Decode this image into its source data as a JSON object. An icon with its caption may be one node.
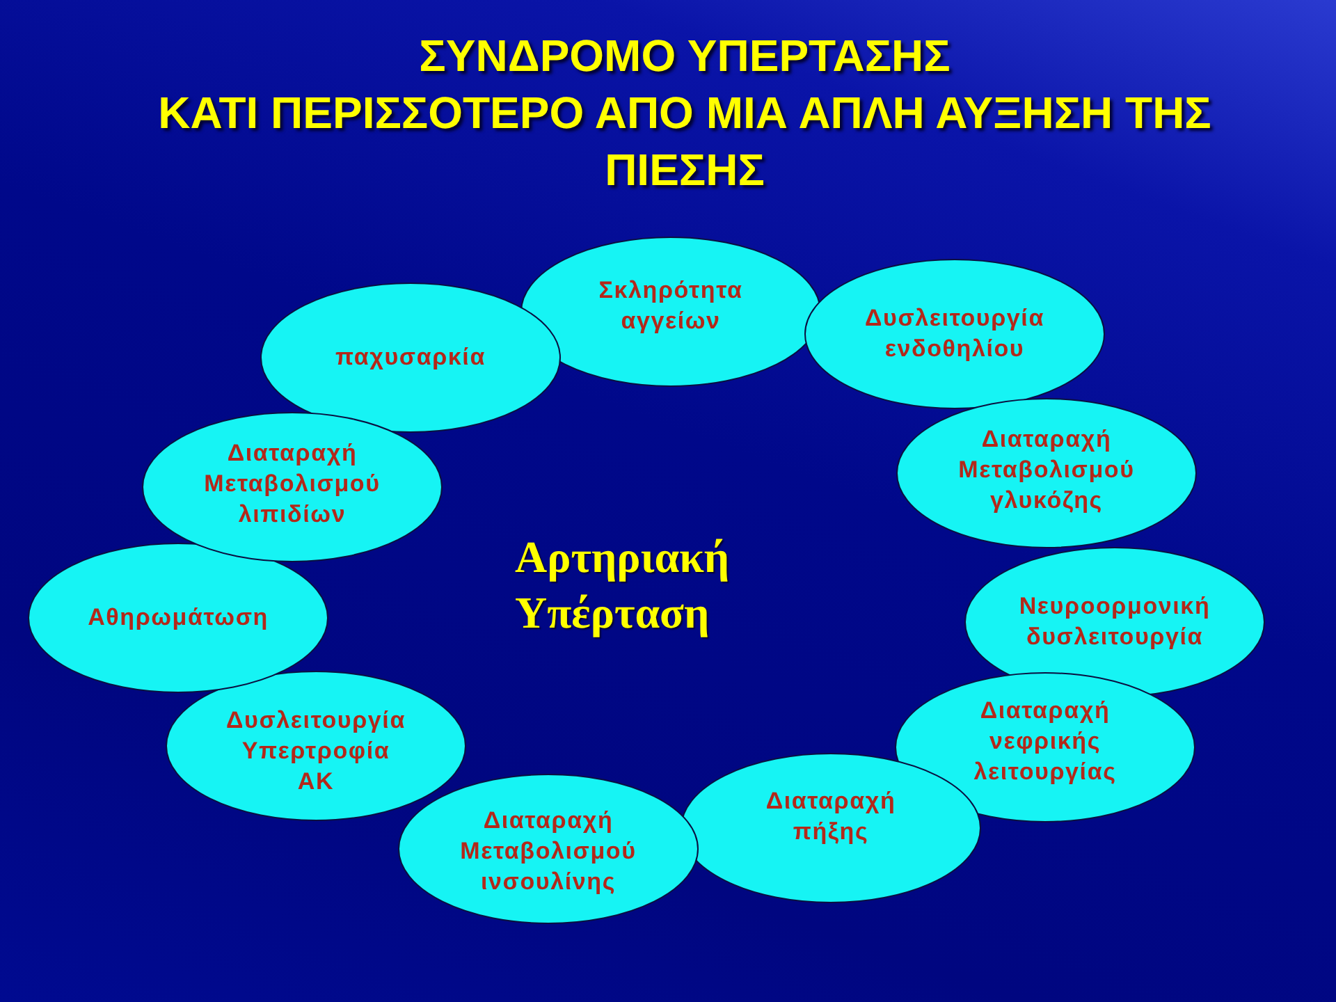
{
  "diagram": {
    "title": "ΣΥΝΔΡΟΜΟ ΥΠΕΡΤΑΣΗΣ",
    "nodes": [
      {
        "text": [
          "Σκληρότητα αγγείων"
        ]
      },
      {
        "text": [
          "Δυσλειτουργία ενδοθηλίου"
        ]
      },
      {
        "text": [
          "Διαταραχή Μεταβολισμού γλυκόζης"
        ]
      },
      {
        "text": [
          "Νευροορμονική δυσλειτουργία"
        ]
      },
      {
        "text": [
          "Διαταραχή νεφρικής λειτουργίας"
        ]
      },
      {
        "text": [
          "Διαταραχή πήξης"
        ]
      },
      {
        "text": [
          "Διαταραχή Μεταβολισμού ινσουλίνης"
        ]
      },
      {
        "text": [
          "Δυσλειτουργία Υπερτροφία ΑΚ"
        ]
      },
      {
        "text": [
          "Αθηρωμάτωση"
        ]
      },
      {
        "text": [
          "Διαταραχή Μεταβολισμού λιπιδίων"
        ]
      },
      {
        "text": [
          "παχυσαρκία"
        ]
      }
    ],
    "labels": [
      "ΚΑΤΙ ΠΕΡΙΣΣΟΤΕΡΟ ΑΠΟ ΜΙΑ ΑΠΛΗ ΑΥΞΗΣΗ ΤΗΣ ΠΙΕΣΗΣ",
      "Αρτηριακή Υπέρταση"
    ]
  }
}
